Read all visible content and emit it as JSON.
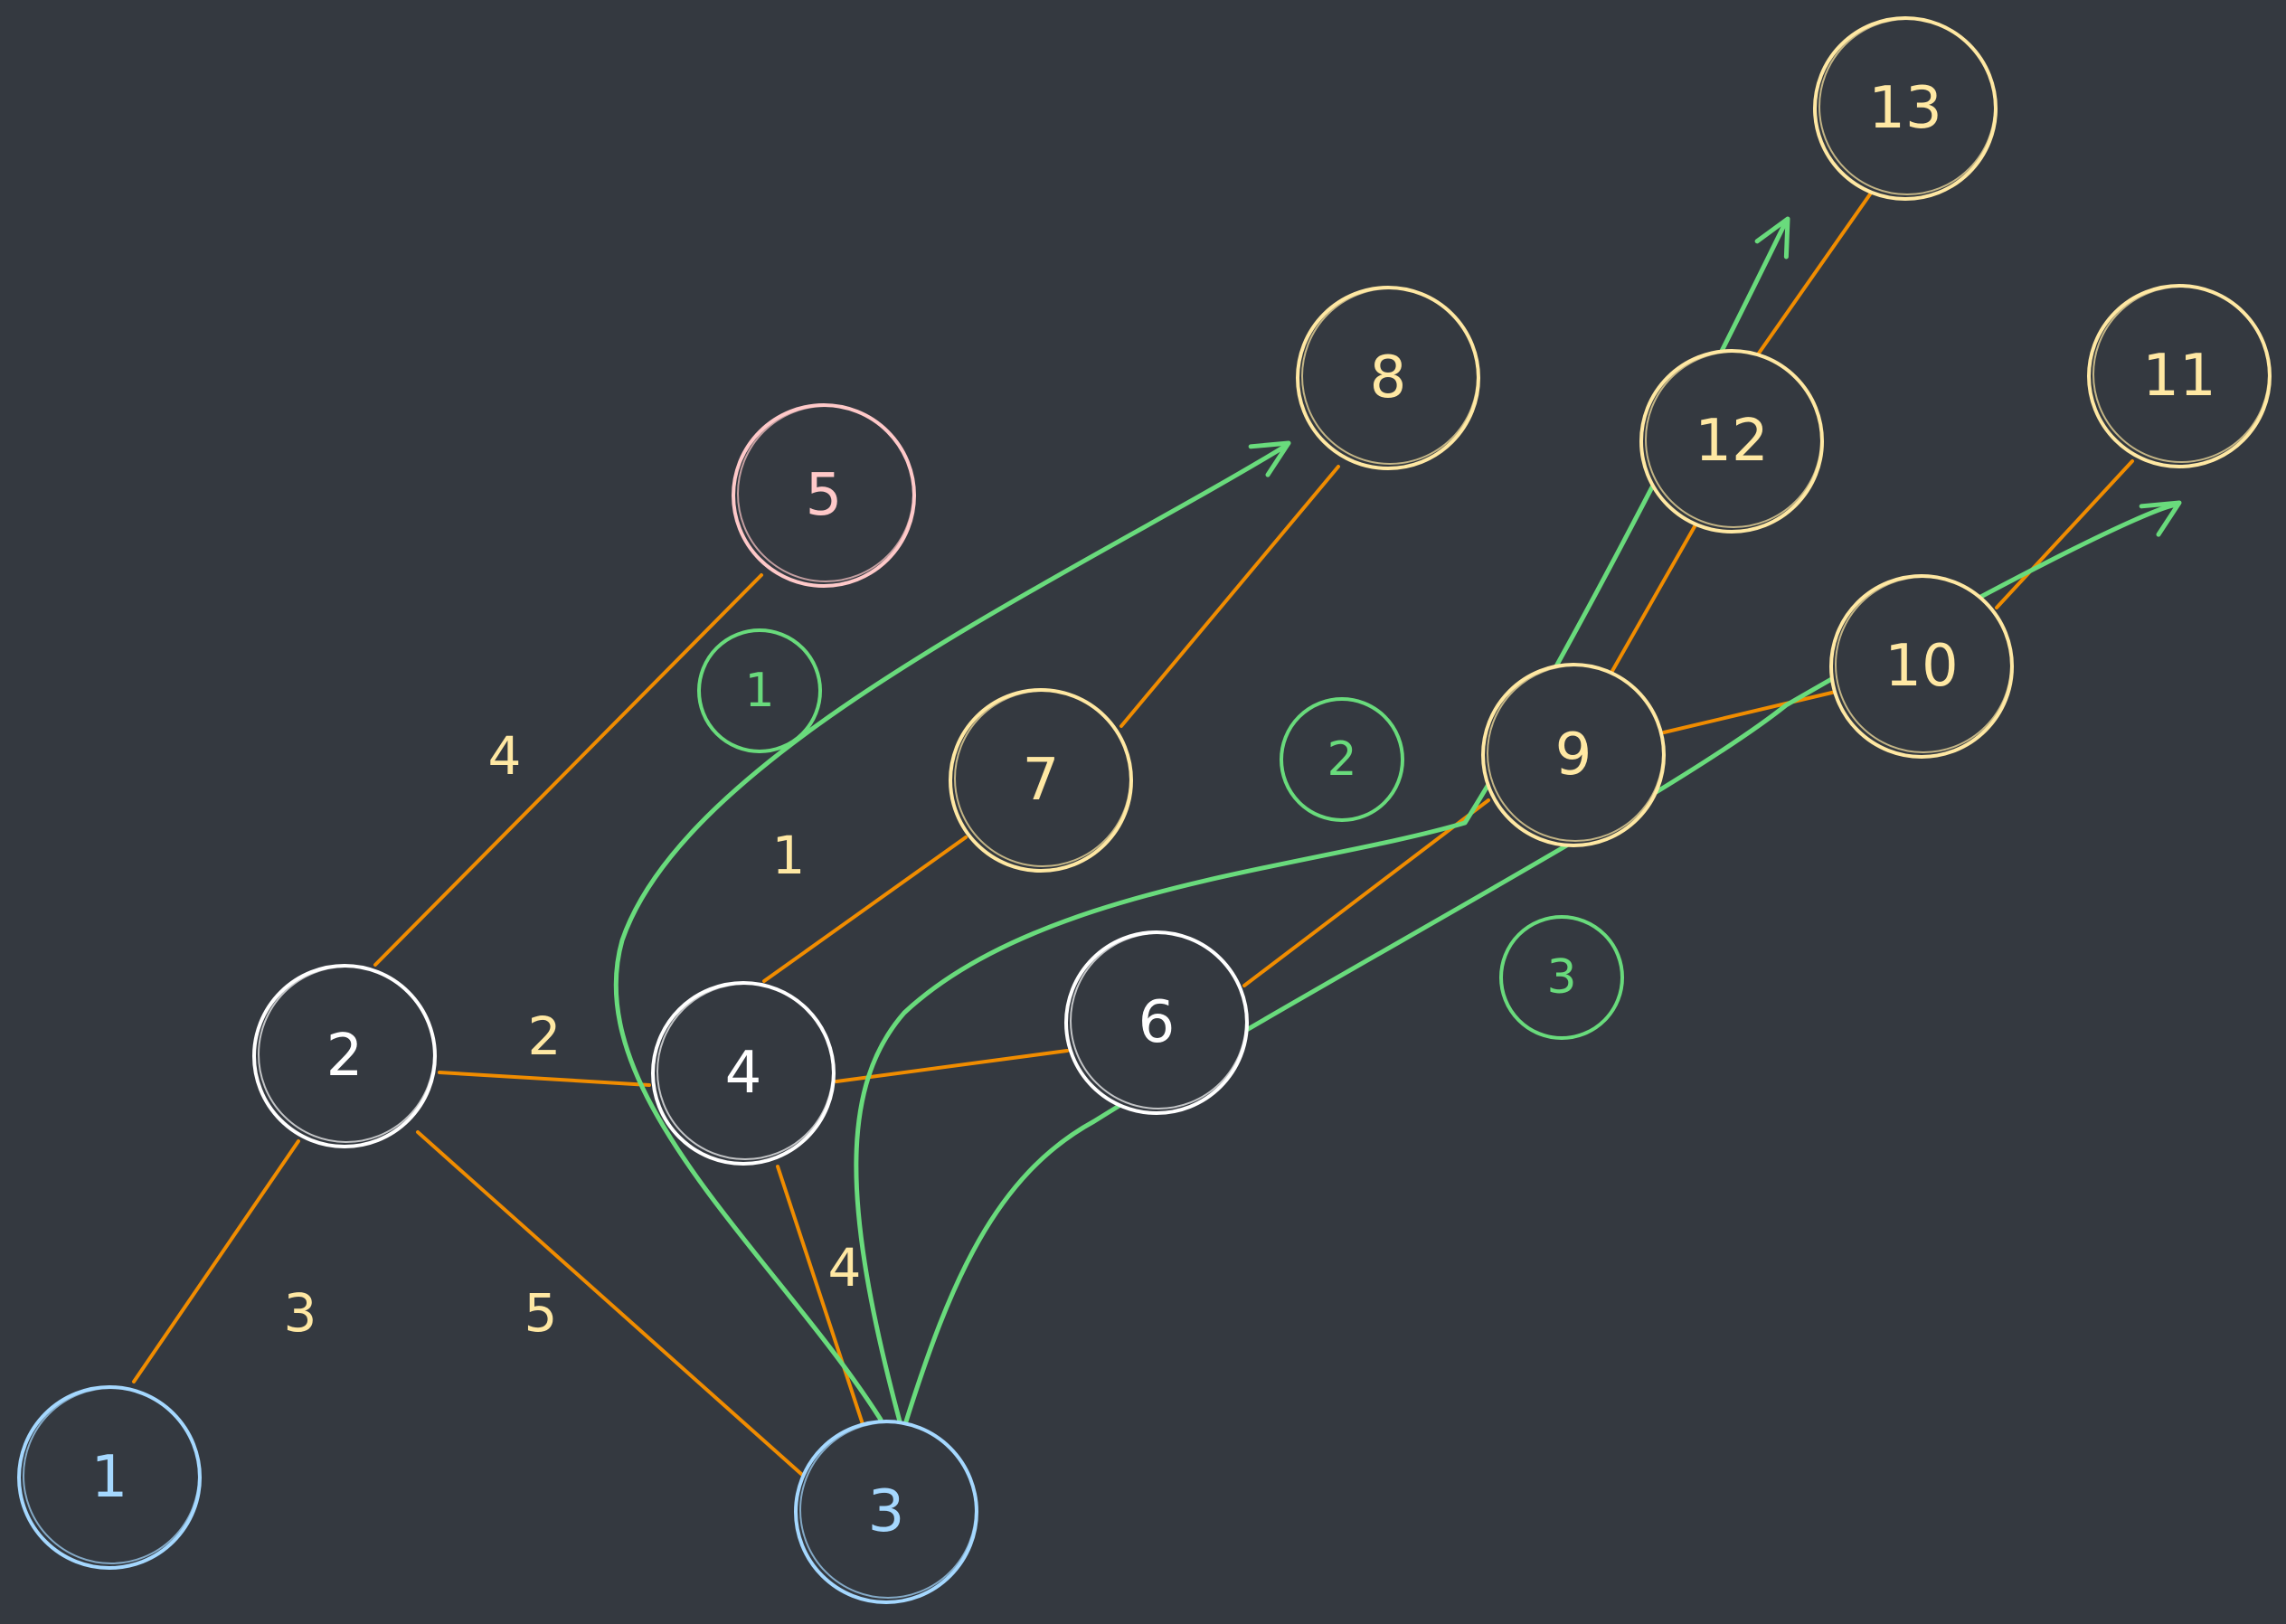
{
  "colors": {
    "background": "#343940",
    "white": "#ffffff",
    "yellow": "#ffe8a3",
    "pink": "#ffc9c9",
    "blue": "#a5d8ff",
    "orange": "#f08c00",
    "green": "#69db7c"
  },
  "nodes": [
    {
      "id": "1",
      "label": "1",
      "color": "blue"
    },
    {
      "id": "2",
      "label": "2",
      "color": "white"
    },
    {
      "id": "3",
      "label": "3",
      "color": "blue"
    },
    {
      "id": "4",
      "label": "4",
      "color": "white"
    },
    {
      "id": "5",
      "label": "5",
      "color": "pink"
    },
    {
      "id": "6",
      "label": "6",
      "color": "white"
    },
    {
      "id": "7",
      "label": "7",
      "color": "yellow"
    },
    {
      "id": "8",
      "label": "8",
      "color": "yellow"
    },
    {
      "id": "9",
      "label": "9",
      "color": "yellow"
    },
    {
      "id": "10",
      "label": "10",
      "color": "yellow"
    },
    {
      "id": "11",
      "label": "11",
      "color": "yellow"
    },
    {
      "id": "12",
      "label": "12",
      "color": "yellow"
    },
    {
      "id": "13",
      "label": "13",
      "color": "yellow"
    }
  ],
  "edges": [
    {
      "from": "2",
      "to": "1",
      "weight": "3"
    },
    {
      "from": "2",
      "to": "5",
      "weight": "4"
    },
    {
      "from": "2",
      "to": "4",
      "weight": "2"
    },
    {
      "from": "2",
      "to": "3",
      "weight": "5"
    },
    {
      "from": "4",
      "to": "3",
      "weight": "4"
    },
    {
      "from": "4",
      "to": "7",
      "weight": "1"
    },
    {
      "from": "4",
      "to": "6",
      "weight": ""
    },
    {
      "from": "7",
      "to": "8",
      "weight": ""
    },
    {
      "from": "6",
      "to": "9",
      "weight": ""
    },
    {
      "from": "9",
      "to": "12",
      "weight": ""
    },
    {
      "from": "9",
      "to": "10",
      "weight": ""
    },
    {
      "from": "12",
      "to": "13",
      "weight": ""
    },
    {
      "from": "10",
      "to": "11",
      "weight": ""
    }
  ],
  "steps": [
    {
      "label": "1",
      "target": "8"
    },
    {
      "label": "2",
      "target": "13"
    },
    {
      "label": "3",
      "target": "11"
    }
  ]
}
